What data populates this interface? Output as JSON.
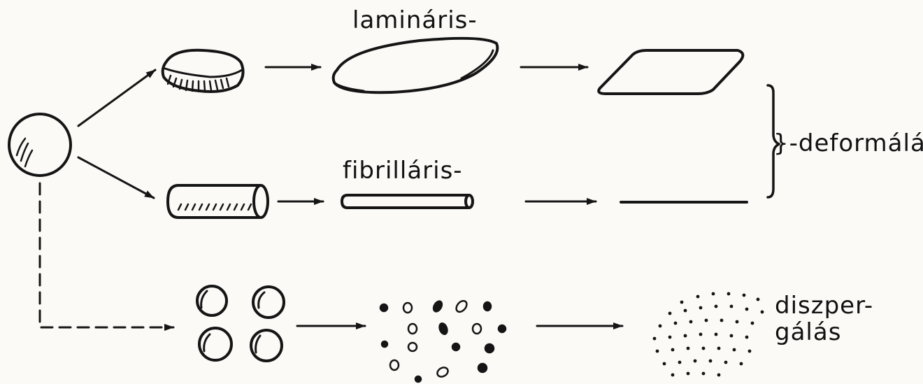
{
  "labels": {
    "laminar": "lamináris-",
    "fibrillar": "fibrilláris-",
    "deform": "}-deformálás",
    "disperse_line1": "diszper-",
    "disperse_line2": "gálás"
  },
  "colors": {
    "ink": "#151515",
    "paper": "#fbfaf7"
  }
}
